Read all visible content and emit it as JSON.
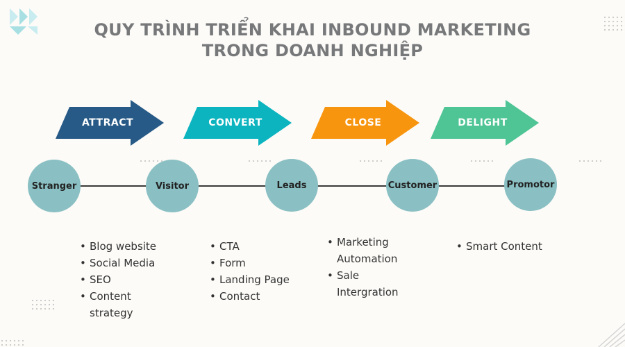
{
  "title_line1": "QUY TRÌNH TRIỂN KHAI INBOUND MARKETING",
  "title_line2": "TRONG DOANH NGHIỆP",
  "stages": [
    {
      "label": "ATTRACT",
      "color": "#275a87"
    },
    {
      "label": "CONVERT",
      "color": "#0bb4bf"
    },
    {
      "label": "CLOSE",
      "color": "#f8950e"
    },
    {
      "label": "DELIGHT",
      "color": "#4fc494"
    }
  ],
  "nodes": [
    "Stranger",
    "Visitor",
    "Leads",
    "Customer",
    "Promotor"
  ],
  "node_color": "#8ac0c3",
  "tasks": [
    [
      "Blog website",
      "Social Media",
      "SEO",
      "Content strategy"
    ],
    [
      "CTA",
      "Form",
      "Landing Page",
      "Contact"
    ],
    [
      "Marketing Automation",
      "Sale Intergration"
    ],
    [
      "Smart Content"
    ]
  ]
}
